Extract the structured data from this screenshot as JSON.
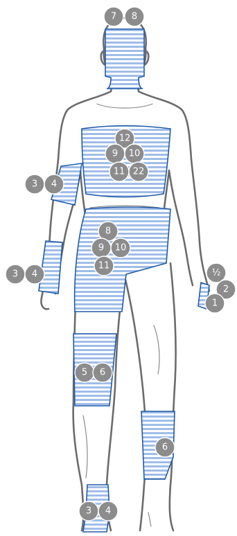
{
  "zones": [
    {
      "id": "head",
      "labels": [
        "7",
        "8"
      ]
    },
    {
      "id": "chest",
      "labels": [
        "12",
        "9",
        "10",
        "11",
        "22"
      ]
    },
    {
      "id": "upper-arm",
      "labels": [
        "3",
        "4"
      ]
    },
    {
      "id": "forearm",
      "labels": [
        "3",
        "4"
      ]
    },
    {
      "id": "hip",
      "labels": [
        "8",
        "9",
        "10",
        "11"
      ]
    },
    {
      "id": "hand",
      "labels": [
        "½",
        "2",
        "1"
      ]
    },
    {
      "id": "knee",
      "labels": [
        "5",
        "6"
      ]
    },
    {
      "id": "calf",
      "labels": [
        "6"
      ]
    },
    {
      "id": "ankle",
      "labels": [
        "3",
        "4"
      ]
    }
  ],
  "colors": {
    "stripe": "#9fbde8",
    "zone_border": "#1f5aa8",
    "badge_fill": "#8c8c8c",
    "outline": "#6b6b6b"
  }
}
